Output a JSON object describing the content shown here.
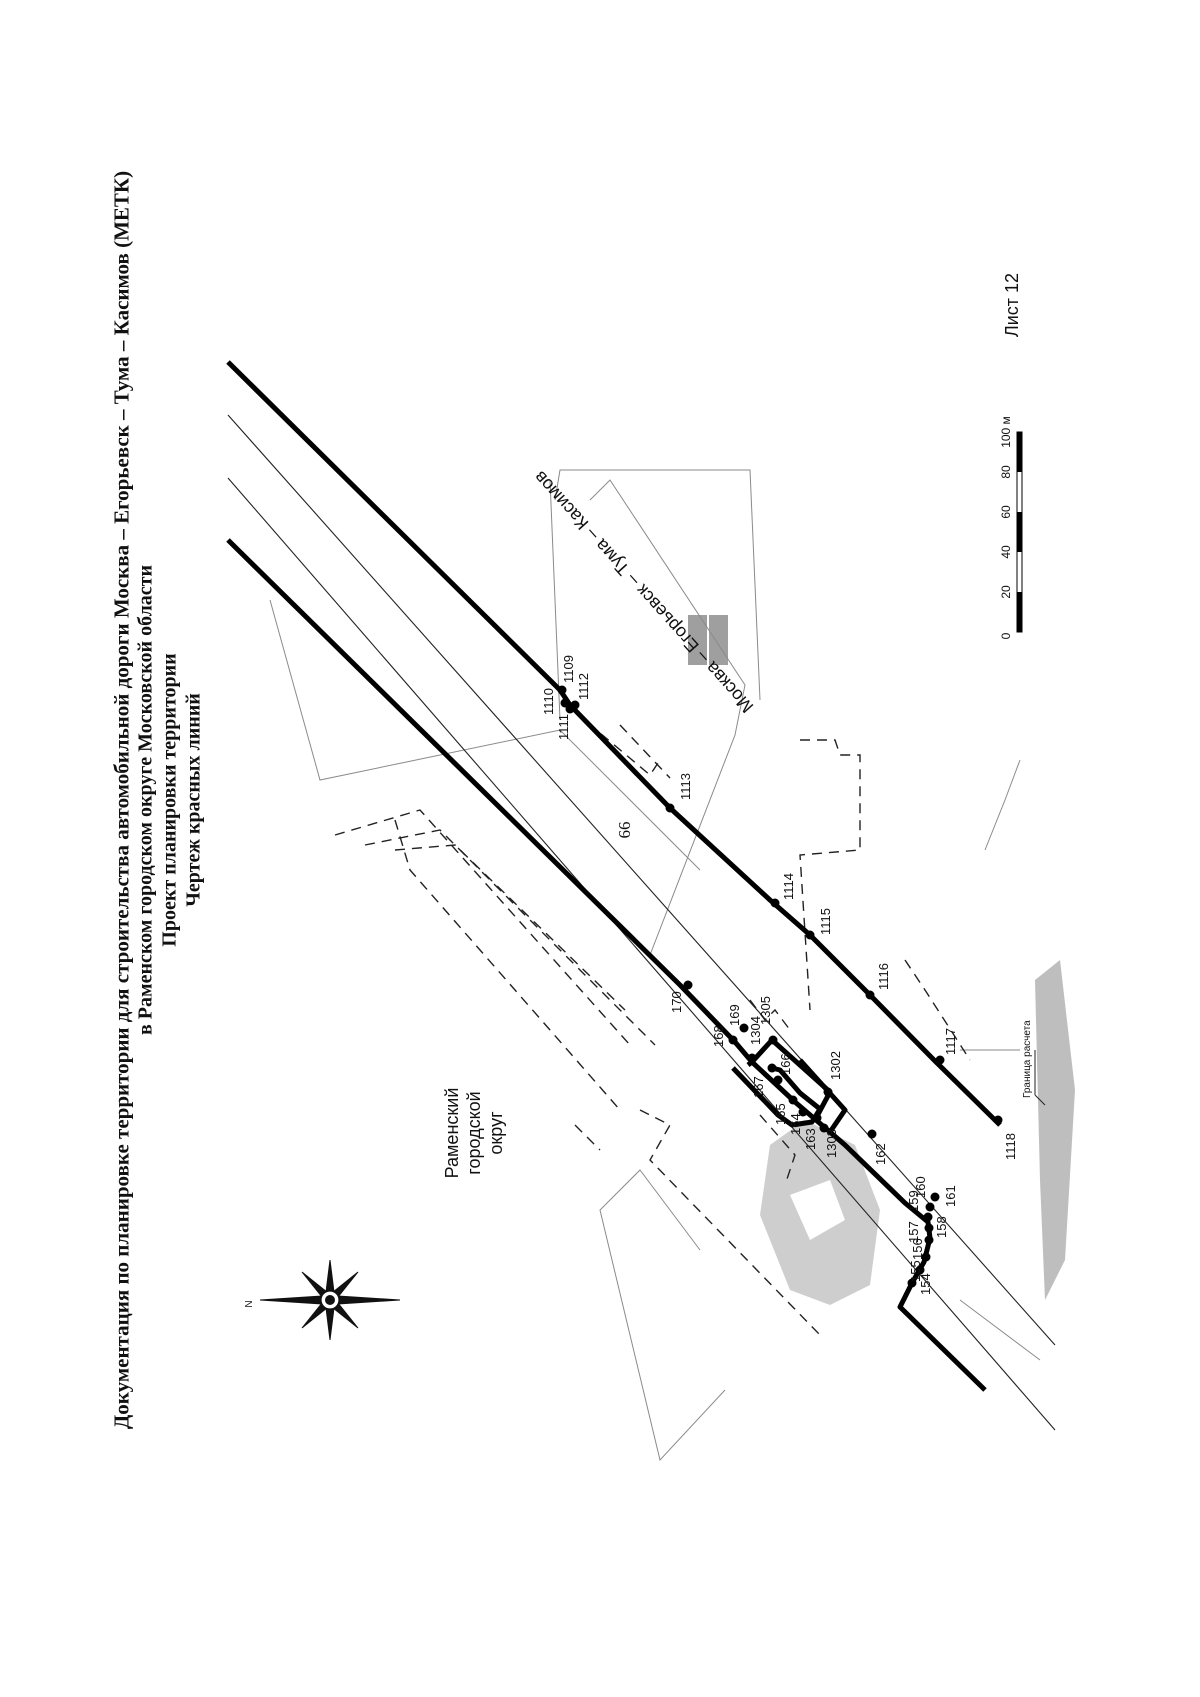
{
  "page_number": "66",
  "title": {
    "line1": "Документация по планировке территории для строительства автомобильной дороги Москва – Егорьевск – Тума – Касимов (МЕТК)",
    "line2": "в Раменском городском округе Московской области",
    "line3": "Проект планировки территории",
    "line4": "Чертеж красных линий"
  },
  "map": {
    "road_label": "Москва – Егорьевск – Тума – Касимов",
    "district_label": [
      "Раменский",
      "городской",
      "округ"
    ],
    "calc_boundary_label": "Граница расчета",
    "compass_icon": "compass-rose-icon",
    "north_label": "N",
    "sheet_label": "Лист 12",
    "scale": {
      "ticks": [
        "0",
        "20",
        "40",
        "60",
        "80",
        "100 м"
      ]
    },
    "points": [
      "154",
      "155",
      "156",
      "157",
      "158",
      "159",
      "160",
      "161",
      "162",
      "163",
      "164",
      "165",
      "166",
      "167",
      "168",
      "169",
      "170",
      "1302",
      "1303",
      "1304",
      "1305",
      "1109",
      "1110",
      "1111",
      "1112",
      "1113",
      "1114",
      "1115",
      "1116",
      "1117",
      "1118"
    ]
  }
}
